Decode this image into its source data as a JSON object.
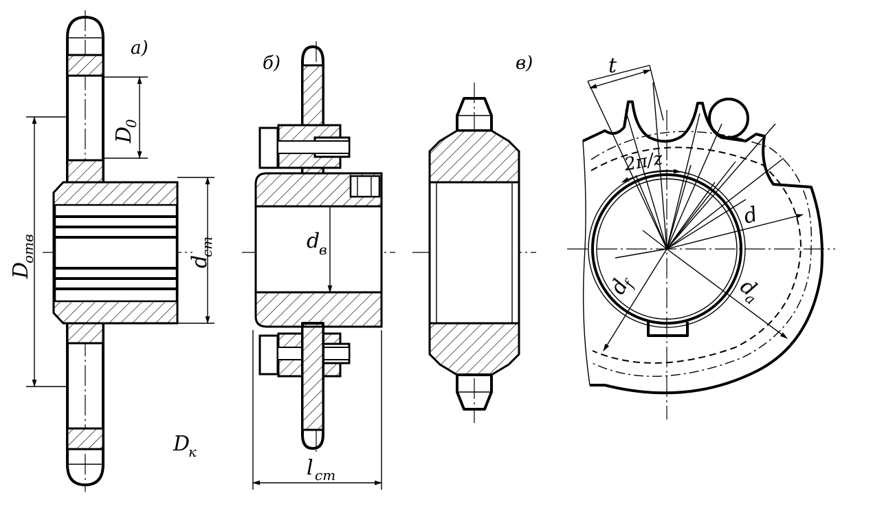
{
  "labels": {
    "view_a": "а)",
    "view_b": "б)",
    "view_c": "в)",
    "D0_main": "D",
    "D0_sub": "0",
    "Dotv_main": "D",
    "Dotv_sub": "отв",
    "dst_main": "d",
    "dst_sub": "ст",
    "dv_main": "d",
    "dv_sub": "в",
    "Dk_main": "D",
    "Dk_sub": "к",
    "lst_main": "l",
    "lst_sub": "ст",
    "t": "t",
    "angle": "2π/z",
    "d": "d",
    "df_main": "d",
    "df_sub": "f",
    "da_main": "d",
    "da_sub": "a"
  }
}
